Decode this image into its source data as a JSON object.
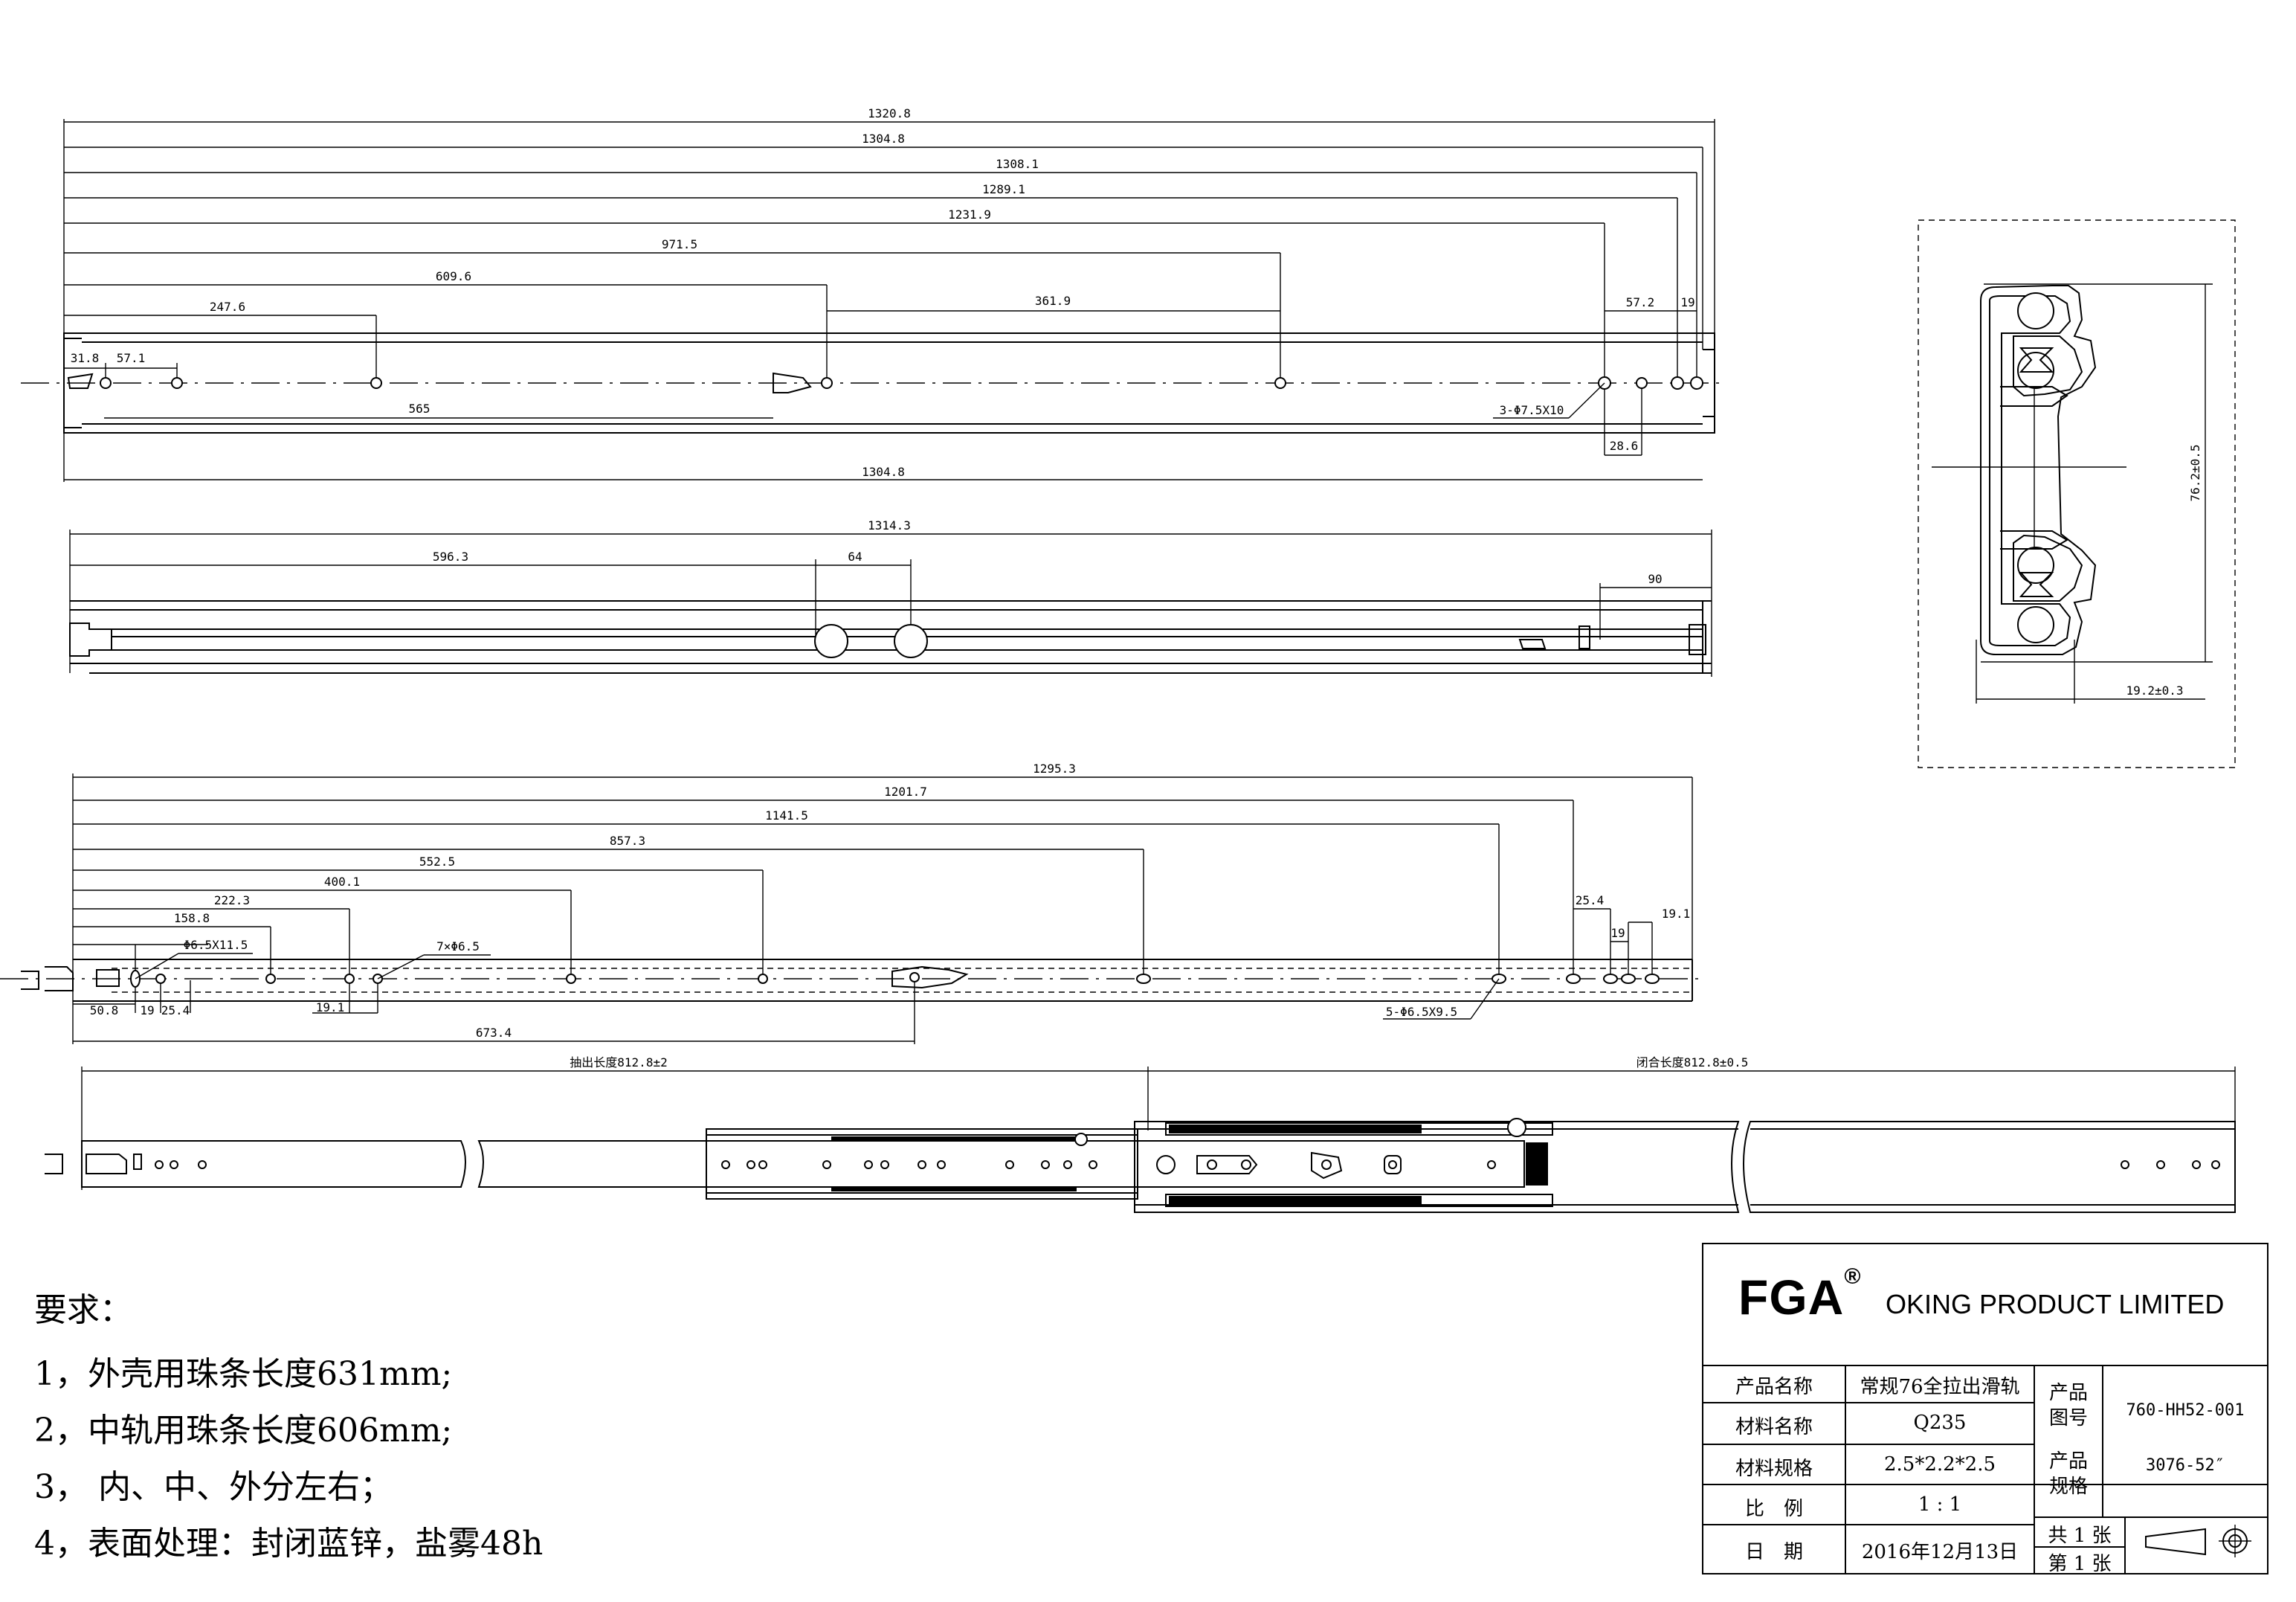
{
  "view_top": {
    "dims": [
      "1320.8",
      "1304.8",
      "1308.1",
      "1289.1",
      "1231.9",
      "971.5",
      "609.6",
      "247.6",
      "361.9",
      "31.8",
      "57.1",
      "57.2",
      "19",
      "565",
      "28.6",
      "1304.8"
    ],
    "callout": "3-Φ7.5X10"
  },
  "view_middle": {
    "dims": [
      "1314.3",
      "596.3",
      "64",
      "90"
    ]
  },
  "view_inner": {
    "dims": [
      "1295.3",
      "1201.7",
      "1141.5",
      "857.3",
      "552.5",
      "400.1",
      "222.3",
      "158.8",
      "25.4",
      "19",
      "19.1",
      "50.8",
      "19",
      "25.4",
      "19.1",
      "673.4"
    ],
    "callouts": [
      "Φ6.5X11.5",
      "7×Φ6.5",
      "5-Φ6.5X9.5"
    ]
  },
  "view_assembly": {
    "extended_length": "抽出长度812.8±2",
    "closed_length": "闭合长度812.8±0.5"
  },
  "section_view": {
    "height_dim": "76.2±0.5",
    "width_dim": "19.2±0.3"
  },
  "requirements": {
    "title": "要求：",
    "items": [
      "1，外壳用珠条长度631mm;",
      "2，中轨用珠条长度606mm;",
      "3， 内、中、外分左右；",
      "4，表面处理：封闭蓝锌，盐雾48h"
    ]
  },
  "title_block": {
    "logo": "FGA",
    "registered": "®",
    "company": "OKING PRODUCT LIMITED",
    "product_name_label": "产品名称",
    "product_name": "常规76全拉出滑轨",
    "material_name_label": "材料名称",
    "material_name": "Q235",
    "material_spec_label": "材料规格",
    "material_spec": "2.5*2.2*2.5",
    "scale_label": "比　例",
    "scale": "1 : 1",
    "date_label": "日　期",
    "date": "2016年12月13日",
    "drawing_no_label": "产品\n图号",
    "drawing_no": "760-HH52-001",
    "product_spec_label": "产品\n规格",
    "product_spec": "3076-52″",
    "sheets_total": "共 1 张",
    "sheet_no": "第 1 张"
  }
}
